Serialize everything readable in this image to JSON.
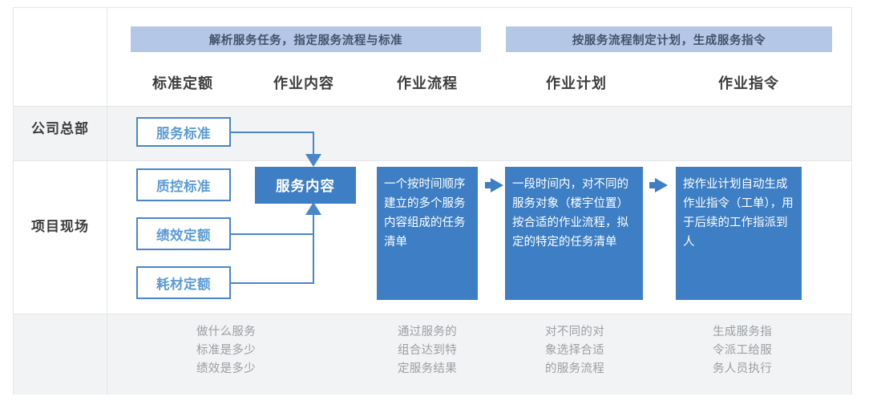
{
  "diagram": {
    "title_row_labels": [
      "公司总部",
      "项目现场"
    ],
    "phases": [
      {
        "id": "phase-1",
        "label": "解析服务任务，指定服务流程与标准"
      },
      {
        "id": "phase-2",
        "label": "按服务流程制定计划，生成服务指令"
      }
    ],
    "columns": [
      {
        "id": "col-1",
        "label": "标准定额"
      },
      {
        "id": "col-2",
        "label": "作业内容"
      },
      {
        "id": "col-3",
        "label": "作业流程"
      },
      {
        "id": "col-4",
        "label": "作业计划"
      },
      {
        "id": "col-5",
        "label": "作业指令"
      }
    ],
    "hq_boxes": [
      {
        "id": "box-service-standard",
        "label": "服务标准"
      }
    ],
    "site_boxes": [
      {
        "id": "box-quality-standard",
        "label": "质控标准"
      },
      {
        "id": "box-performance-quota",
        "label": "绩效定额"
      },
      {
        "id": "box-consumable-quota",
        "label": "耗材定额"
      }
    ],
    "flow_boxes": [
      {
        "id": "box-service-content",
        "label": "服务内容",
        "kind": "title"
      },
      {
        "id": "box-work-flow",
        "label": "一个按时间顺序建立的多个服务内容组成的任务清单",
        "kind": "para"
      },
      {
        "id": "box-work-plan",
        "label": "一段时间内，对不同的服务对象（楼宇位置）按合适的作业流程，拟定的特定的任务清单",
        "kind": "para"
      },
      {
        "id": "box-work-order",
        "label": "按作业计划自动生成作业指令（工单），用于后续的工作指派到人",
        "kind": "para"
      }
    ],
    "notes": [
      {
        "id": "note-1",
        "lines": [
          "做什么服务",
          "标准是多少",
          "绩效是多少"
        ]
      },
      {
        "id": "note-2",
        "lines": [
          "通过服务的",
          "组合达到特",
          "定服务结果"
        ]
      },
      {
        "id": "note-3",
        "lines": [
          "对不同的对",
          "象选择合适",
          "的服务流程"
        ]
      },
      {
        "id": "note-4",
        "lines": [
          "生成服务指",
          "令派工给服",
          "务人员执行"
        ]
      }
    ],
    "colors": {
      "banner_bg": "#b4c7e7",
      "banner_text": "#43536b",
      "solid_blue": "#3d7ec4",
      "outline_blue": "#4a86c8",
      "outline_text": "#5b9bd5",
      "row_gray": "#f2f3f4",
      "grid_line": "#e3e5e7",
      "note_text": "#9b9fa3",
      "header_text": "#3d3d3d"
    }
  }
}
